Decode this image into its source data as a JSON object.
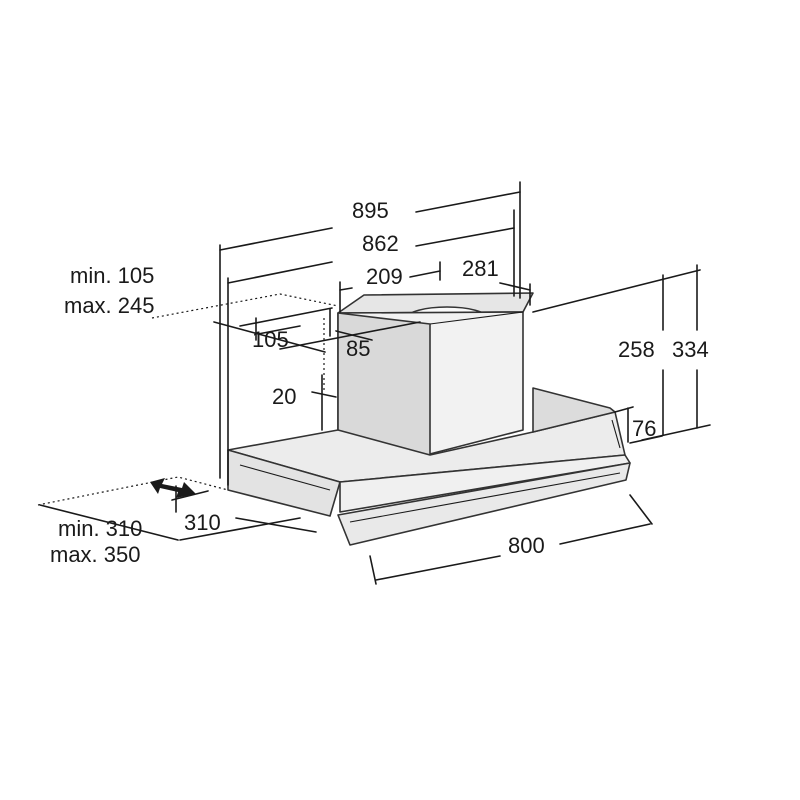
{
  "dimensions": {
    "d895": "895",
    "d862": "862",
    "d209": "209",
    "d281": "281",
    "min105": "min. 105",
    "max245": "max. 245",
    "d105": "105",
    "d85": "85",
    "d20": "20",
    "d258": "258",
    "d334": "334",
    "d76": "76",
    "min310": "min. 310",
    "max350": "max. 350",
    "d310": "310",
    "d800": "800"
  },
  "colors": {
    "line": "#1a1a1a",
    "chimney_front": "#f2f2f2",
    "chimney_side": "#d9d9d9",
    "chimney_top": "#e6e6e6",
    "hood_body": "#e8e8e8"
  }
}
